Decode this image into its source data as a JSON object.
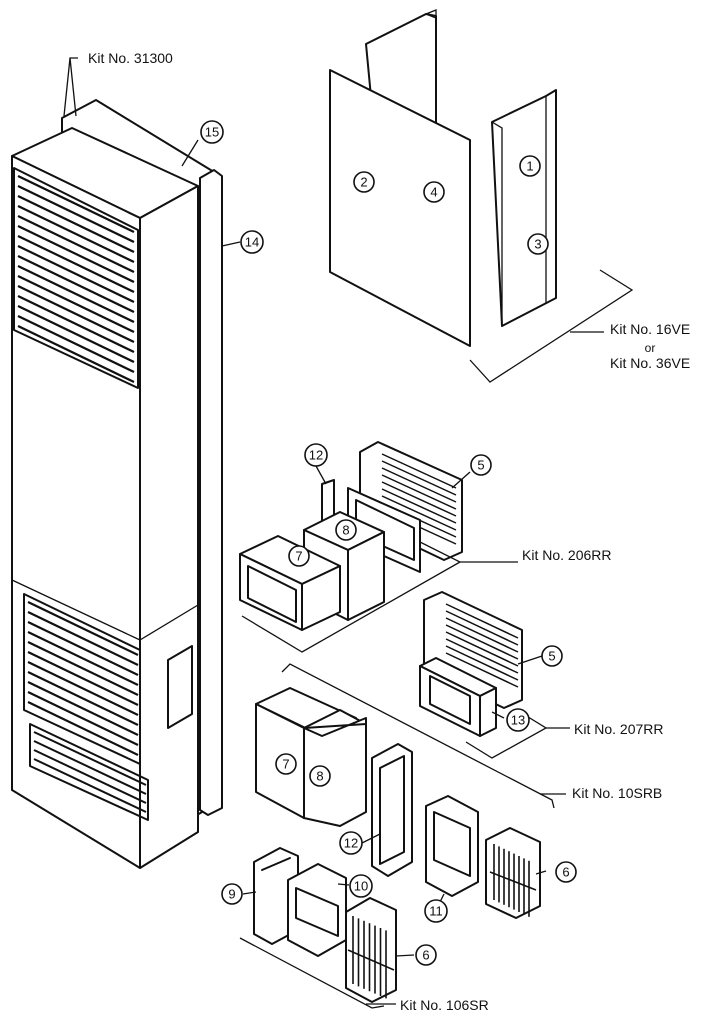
{
  "kits": {
    "k31300": "Kit No. 31300",
    "k16ve": "Kit No. 16VE",
    "or": "or",
    "k36ve": "Kit No. 36VE",
    "k206rr": "Kit No. 206RR",
    "k207rr": "Kit No. 207RR",
    "k10srb": "Kit No. 10SRB",
    "k106sr": "Kit No. 106SR"
  },
  "parts": {
    "p1": "1",
    "p2": "2",
    "p3": "3",
    "p4": "4",
    "p5": "5",
    "p6": "6",
    "p7": "7",
    "p8": "8",
    "p9": "9",
    "p10": "10",
    "p11": "11",
    "p12": "12",
    "p13": "13",
    "p14": "14",
    "p15": "15"
  }
}
